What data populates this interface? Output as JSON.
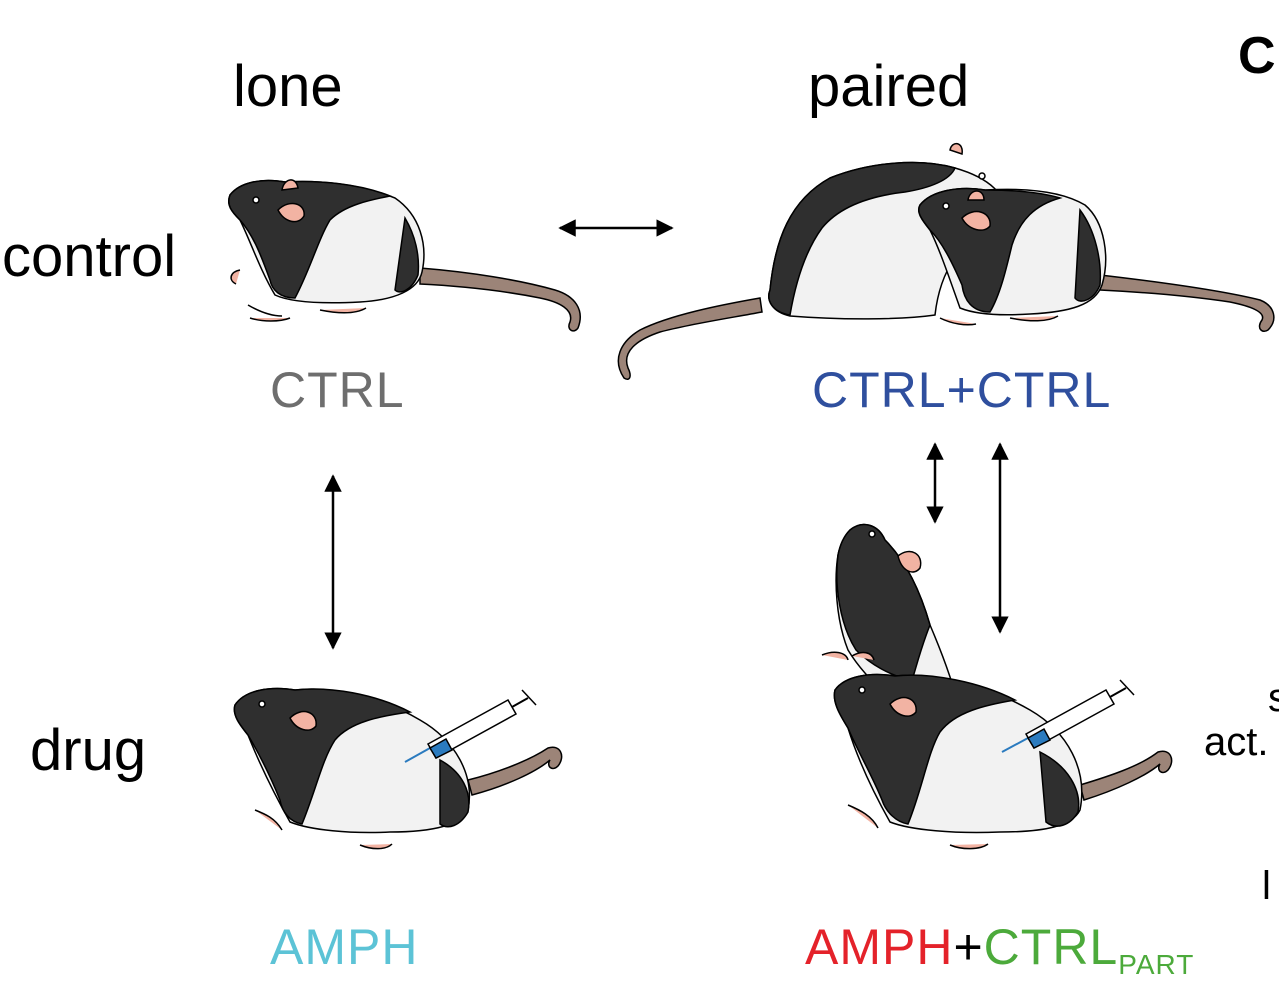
{
  "panel_letter": "C",
  "columns": {
    "lone": "lone",
    "paired": "paired"
  },
  "rows": {
    "control": "control",
    "drug": "drug"
  },
  "conditions": {
    "ctrl": {
      "text": "CTRL",
      "color": "#6e6e6e"
    },
    "ctrl_ctrl": {
      "text": "CTRL+CTRL",
      "color": "#2f4f9e"
    },
    "amph": {
      "text": "AMPH",
      "color": "#5cc3d6"
    },
    "amph_part": {
      "amph": {
        "text": "AMPH",
        "color": "#e4222a"
      },
      "plus": "+",
      "ctrl": {
        "text": "CTRL",
        "color": "#4caa3b"
      },
      "subscript": "PART"
    }
  },
  "side_labels": {
    "s": "s",
    "act": "act.",
    "l": "l"
  },
  "colors": {
    "fur_dark": "#2f2f2f",
    "fur_light": "#f2f2f2",
    "skin": "#f2b3a3",
    "tail": "#9c8478"
  }
}
